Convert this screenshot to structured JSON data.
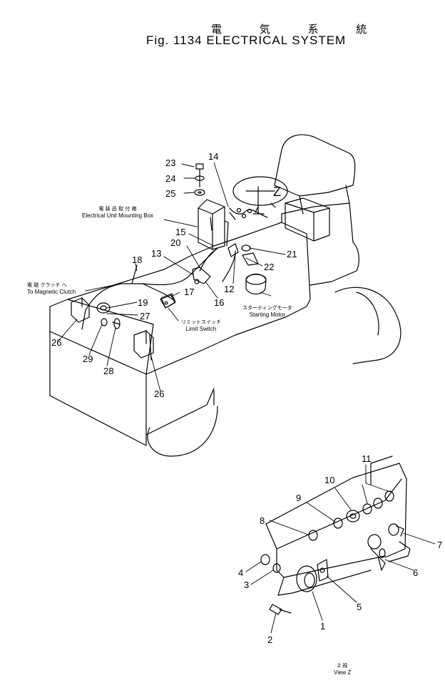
{
  "title": {
    "japanese": "電 気 系 統",
    "english": "Fig. 1134  ELECTRICAL SYSTEM"
  },
  "annotations": {
    "mounting_box_jp": "電 装 品 取 付 箱",
    "mounting_box_en": "Electrical Unit Mounting Box",
    "magnetic_clutch_jp": "電 磁 クラッチ へ",
    "magnetic_clutch_en": "To Magnetic Clutch",
    "limit_switch_jp": "リミットスイッチ",
    "limit_switch_en": "Limit Switch",
    "starting_motor_jp": "スターティングモータ",
    "starting_motor_en": "Starting Motor",
    "view_marker": "Z",
    "view_jp": "Z 視",
    "view_en": "View  Z"
  },
  "part_numbers": {
    "p1": "1",
    "p2": "2",
    "p3": "3",
    "p4": "4",
    "p5": "5",
    "p6": "6",
    "p7": "7",
    "p8": "8",
    "p9": "9",
    "p10": "10",
    "p11": "11",
    "p12": "12",
    "p13": "13",
    "p14": "14",
    "p15": "15",
    "p16": "16",
    "p17": "17",
    "p18": "18",
    "p19": "19",
    "p20": "20",
    "p21": "21",
    "p22": "22",
    "p23": "23",
    "p24": "24",
    "p25": "25",
    "p26a": "26",
    "p26b": "26",
    "p27": "27",
    "p28": "28",
    "p29": "29"
  }
}
